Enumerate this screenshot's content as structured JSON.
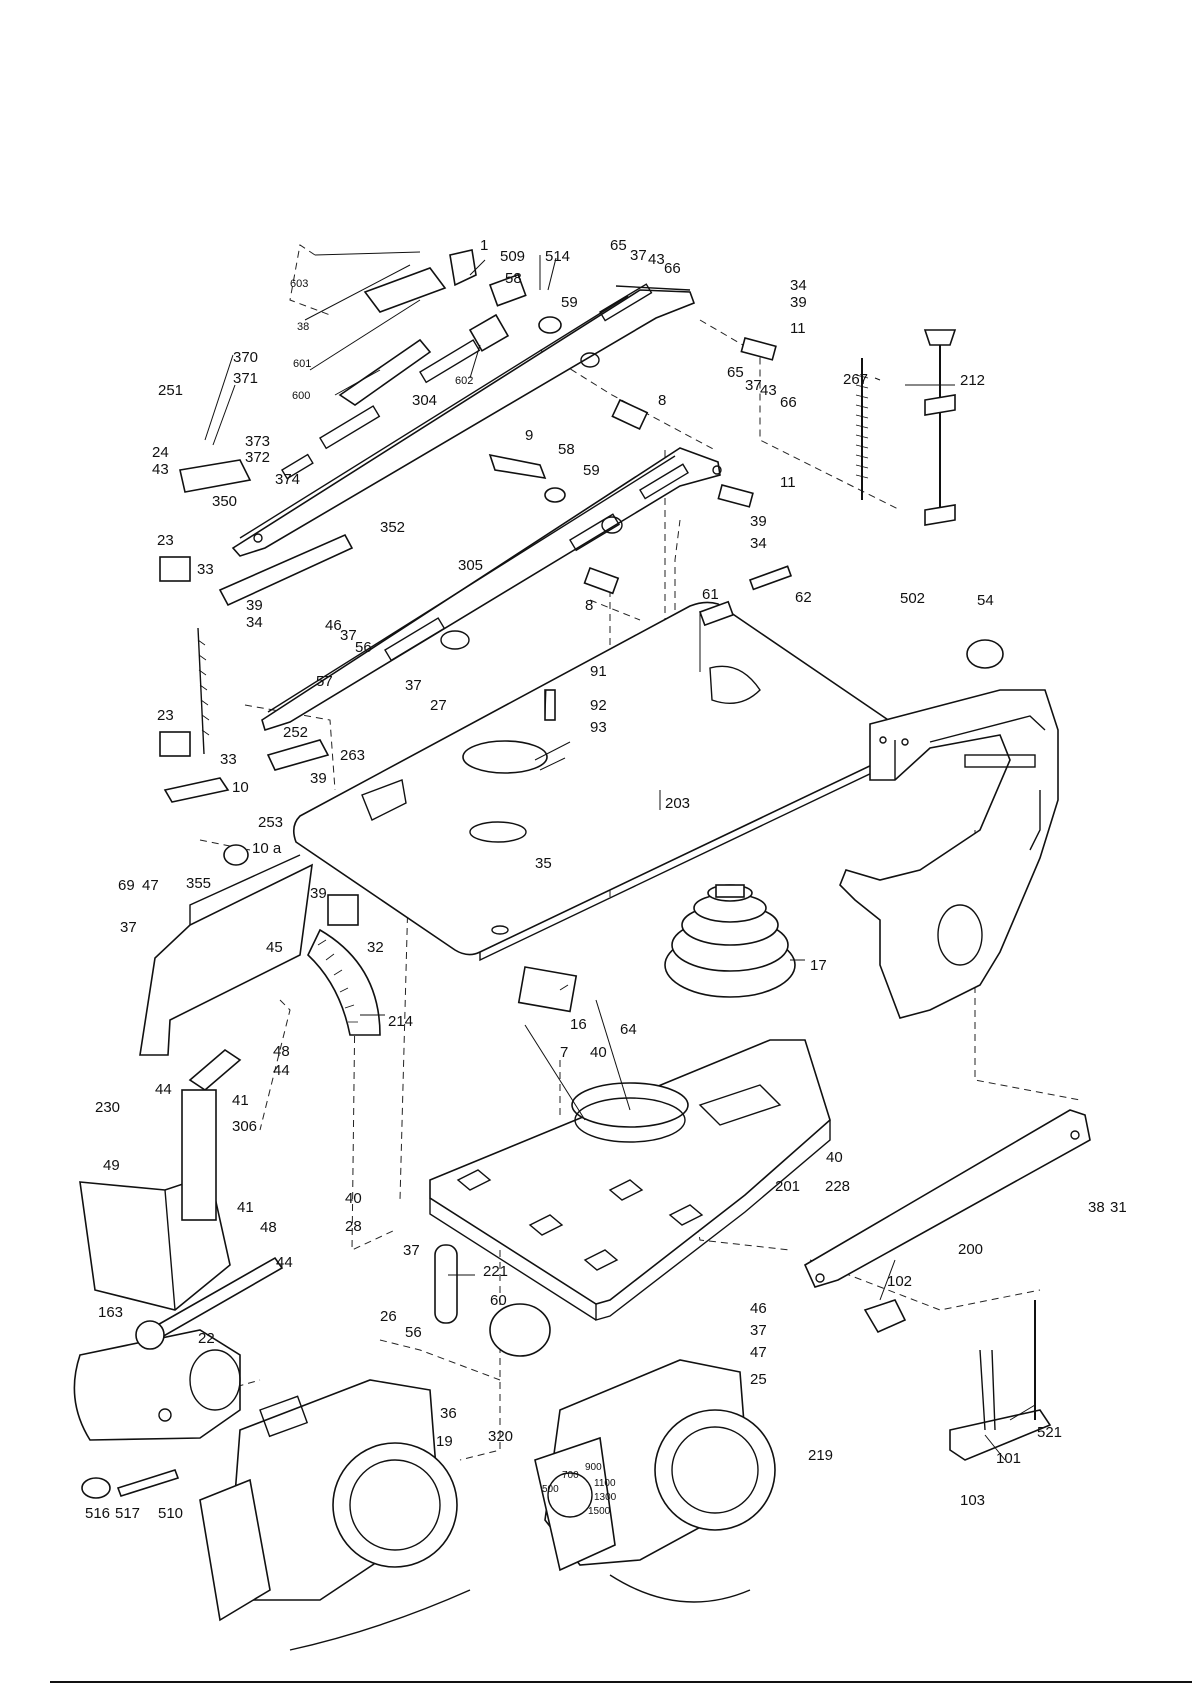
{
  "labels": {
    "l603": "603",
    "l38a": "38",
    "l601": "601",
    "l600": "600",
    "l1": "1",
    "l509": "509",
    "l58a": "58",
    "l514": "514",
    "l59a": "59",
    "l602": "602",
    "l65a": "65",
    "l37a": "37",
    "l43a": "43",
    "l66a": "66",
    "l34a": "34",
    "l39a": "39",
    "l11a": "11",
    "l370": "370",
    "l371": "371",
    "l251": "251",
    "l373": "373",
    "l24": "24",
    "l372": "372",
    "l43b": "43",
    "l374": "374",
    "l350": "350",
    "l304": "304",
    "l267": "267",
    "l212": "212",
    "l65b": "65",
    "l37b": "37",
    "l43c": "43",
    "l66b": "66",
    "l8a": "8",
    "l9": "9",
    "l58b": "58",
    "l59b": "59",
    "l11b": "11",
    "l39b": "39",
    "l34b": "34",
    "l23a": "23",
    "l352": "352",
    "l33a": "33",
    "l39c": "39",
    "l34c": "34",
    "l305": "305",
    "l8b": "8",
    "l61": "61",
    "l62": "62",
    "l502": "502",
    "l54": "54",
    "l46a": "46",
    "l37c": "37",
    "l56a": "56",
    "l57": "57",
    "l37d": "37",
    "l27": "27",
    "l91": "91",
    "l92": "92",
    "l93": "93",
    "l23b": "23",
    "l252": "252",
    "l263": "263",
    "l33b": "33",
    "l39d": "39",
    "l10": "10",
    "l253": "253",
    "l10a": "10 a",
    "l35": "35",
    "l203": "203",
    "l69": "69",
    "l47a": "47",
    "l355": "355",
    "l39e": "39",
    "l37e": "37",
    "l45": "45",
    "l32": "32",
    "l17": "17",
    "l214": "214",
    "l16": "16",
    "l48a": "48",
    "l44a": "44",
    "l64": "64",
    "l7": "7",
    "l40a": "40",
    "l44b": "44",
    "l41a": "41",
    "l230": "230",
    "l306": "306",
    "l49": "49",
    "l41b": "41",
    "l48b": "48",
    "l40b": "40",
    "l28": "28",
    "l40c": "40",
    "l228": "228",
    "l201": "201",
    "l38b": "38",
    "l31": "31",
    "l200": "200",
    "l221": "221",
    "l37f": "37",
    "l26": "26",
    "l56b": "56",
    "l60": "60",
    "l163": "163",
    "l44c": "44",
    "l22": "22",
    "l102": "102",
    "l46b": "46",
    "l37g": "37",
    "l47b": "47",
    "l25": "25",
    "l36": "36",
    "l320": "320",
    "l19": "19",
    "l219": "219",
    "l521": "521",
    "l101": "101",
    "l103": "103",
    "l516": "516",
    "l517": "517",
    "l510": "510"
  },
  "dial_labels": {
    "d700": "700",
    "d900": "900",
    "d500": "500",
    "d1100": "1100",
    "d1300": "1300",
    "d1500": "1500"
  }
}
